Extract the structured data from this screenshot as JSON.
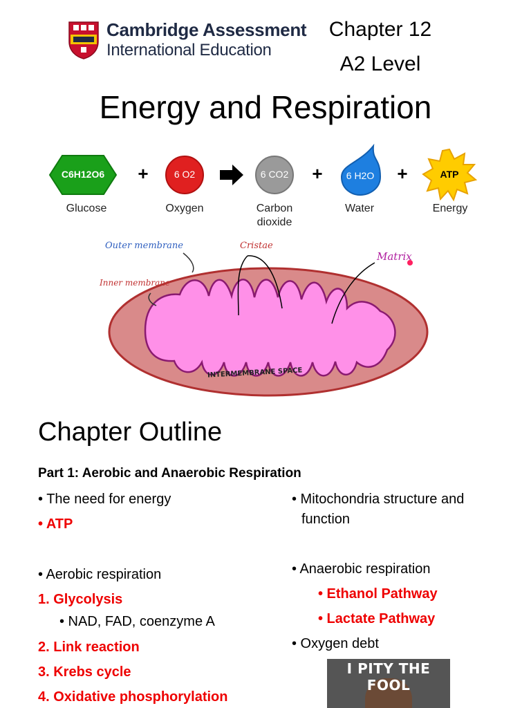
{
  "header": {
    "org_line1": "Cambridge Assessment",
    "org_line2": "International Education",
    "chapter": "Chapter 12",
    "level": "A2 Level"
  },
  "title": "Energy and Respiration",
  "equation": {
    "glucose": {
      "formula": "C6H12O6",
      "label": "Glucose"
    },
    "oxygen": {
      "formula": "6 O2",
      "label": "Oxygen"
    },
    "carbon_dioxide": {
      "formula": "6 CO2",
      "label_line1": "Carbon",
      "label_line2": "dioxide"
    },
    "water": {
      "formula": "6 H2O",
      "label": "Water"
    },
    "atp": {
      "formula": "ATP",
      "label": "Energy"
    },
    "plus": "+",
    "arrow": "➡"
  },
  "diagram": {
    "outer_membrane": "Outer membrane",
    "inner_membrane": "Inner membrane",
    "cristae": "Cristae",
    "matrix": "Matrix",
    "intermembrane_space": "INTERMEMBRANE SPACE"
  },
  "outline": {
    "heading": "Chapter Outline",
    "part1": "Part 1: Aerobic and Anaerobic Respiration",
    "left": {
      "need_energy": "• The need for energy",
      "atp": "• ATP",
      "aerobic": "• Aerobic respiration",
      "item1": "1.   Glycolysis",
      "item1_sub": "• NAD, FAD, coenzyme A",
      "item2": "2.   Link reaction",
      "item3": "3.   Krebs cycle",
      "item4": "4.   Oxidative phosphorylation"
    },
    "right": {
      "mito_line1": "• Mitochondria structure and",
      "mito_line2": "function",
      "anaerobic": "• Anaerobic respiration",
      "ethanol": "• Ethanol Pathway",
      "lactate": "• Lactate Pathway",
      "oxygen_debt": "• Oxygen debt"
    }
  },
  "meme": {
    "caption": "I PITY THE FOOL"
  },
  "colors": {
    "red": "#ee0000",
    "glucose": "#1aa01a",
    "oxygen": "#e02020",
    "co2": "#9a9a9a",
    "water": "#1e7fe0",
    "atp": "#ffcc00"
  }
}
